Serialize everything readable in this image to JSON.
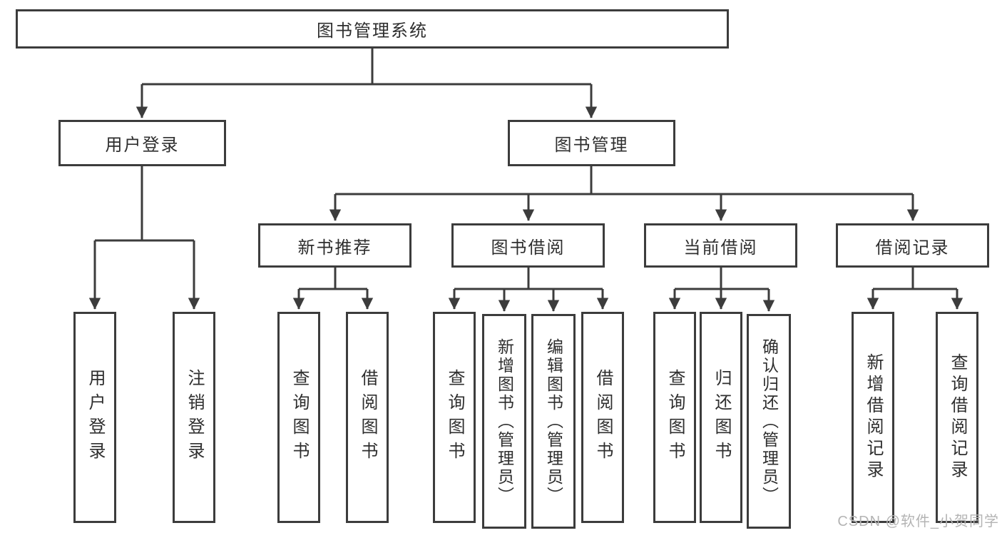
{
  "diagram": {
    "type": "hierarchy",
    "colors": {
      "line": "#3c3c3c",
      "box_border": "#3c3c3c",
      "box_fill": "#ffffff",
      "text": "#2e2e2e",
      "background": "#ffffff",
      "watermark": "#b4b4b4"
    },
    "nodes": {
      "root": "图书管理系统",
      "user_login": "用户登录",
      "book_management": "图书管理",
      "new_book_recommend": "新书推荐",
      "book_borrowing": "图书借阅",
      "current_borrowing": "当前借阅",
      "borrowing_records": "借阅记录",
      "user_login_leaf": "用户登录",
      "logout_leaf": "注销登录",
      "nbr_query_books": "查询图书",
      "nbr_borrow_books": "借阅图书",
      "bb_query_books": "查询图书",
      "bb_add_books_admin": "新增图书（管理员）",
      "bb_edit_books_admin": "编辑图书（管理员）",
      "bb_borrow_books": "借阅图书",
      "cb_query_books": "查询图书",
      "cb_return_books": "归还图书",
      "cb_confirm_return_admin": "确认归还（管理员）",
      "br_add_record": "新增借阅记录",
      "br_query_record": "查询借阅记录"
    },
    "hierarchy": {
      "图书管理系统": {
        "用户登录": [
          "用户登录",
          "注销登录"
        ],
        "图书管理": {
          "新书推荐": [
            "查询图书",
            "借阅图书"
          ],
          "图书借阅": [
            "查询图书",
            "新增图书（管理员）",
            "编辑图书（管理员）",
            "借阅图书"
          ],
          "当前借阅": [
            "查询图书",
            "归还图书",
            "确认归还（管理员）"
          ],
          "借阅记录": [
            "新增借阅记录",
            "查询借阅记录"
          ]
        }
      }
    }
  },
  "watermark": {
    "text": "CSDN @软件_小贺同学"
  }
}
